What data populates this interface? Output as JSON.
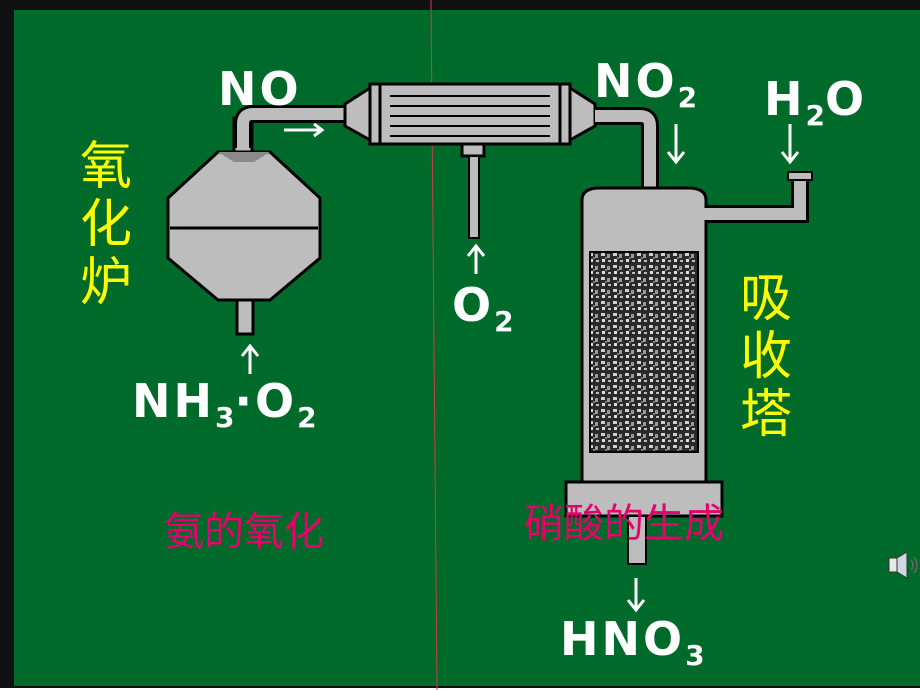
{
  "colors": {
    "board": "#006a2a",
    "frame": "#111111",
    "apparatus": "#bdbdbd",
    "label_white": "#ffffff",
    "label_yellow": "#ffff00",
    "caption_pink": "#e6006e"
  },
  "labels": {
    "no": "NO",
    "no2_base": "NO",
    "no2_sub": "2",
    "h2o_h": "H",
    "h2o_sub": "2",
    "h2o_o": "O",
    "o2_base": "O",
    "o2_sub": "2",
    "nh3_base": "NH",
    "nh3_sub": "3",
    "nh3_sep": "·",
    "nh3_o": "O",
    "nh3_o_sub": "2",
    "hno3_base": "HNO",
    "hno3_sub": "3"
  },
  "oxidizer": [
    "氧",
    "化",
    "炉"
  ],
  "absorber": [
    "吸",
    "收",
    "塔"
  ],
  "captions": {
    "left": "氨的氧化",
    "right": "硝酸的生成"
  },
  "icons": {
    "speaker": "speaker-icon"
  }
}
